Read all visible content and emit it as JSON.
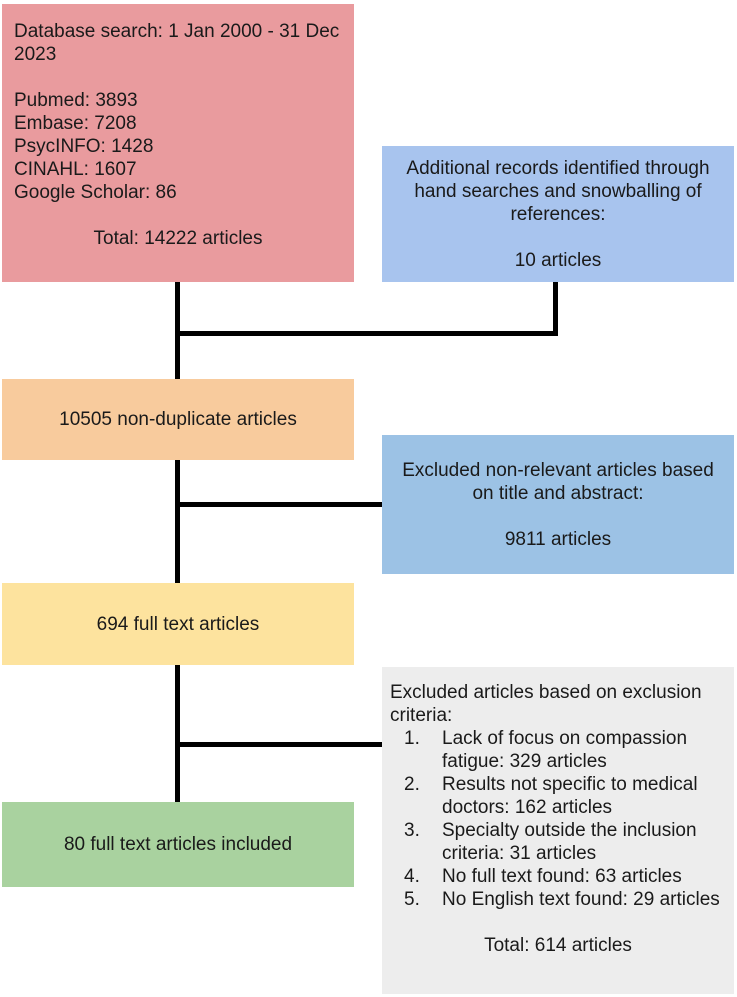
{
  "colors": {
    "pink": "#E99B9E",
    "blue_light": "#A8C4EE",
    "blue": "#9CC2E5",
    "orange": "#F8CB9D",
    "yellow": "#FDE39E",
    "green": "#A9D29F",
    "gray": "#EDEDED",
    "line": "#000000",
    "text": "#1A1A1A"
  },
  "boxes": {
    "database_search": {
      "header": "Database search: 1 Jan 2000 - 31 Dec 2023",
      "sources": [
        "Pubmed: 3893",
        "Embase: 7208",
        "PsycINFO: 1428",
        "CINAHL: 1607",
        "Google Scholar: 86"
      ],
      "total": "Total: 14222 articles"
    },
    "additional_records": {
      "text": "Additional records identified through hand searches and snowballing of references:",
      "count": "10 articles"
    },
    "non_duplicate": {
      "text": "10505 non-duplicate articles"
    },
    "excluded_title_abstract": {
      "text": "Excluded non-relevant articles based on title and abstract:",
      "count": "9811 articles"
    },
    "full_text": {
      "text": "694 full text articles"
    },
    "excluded_criteria": {
      "intro": "Excluded articles based on exclusion criteria:",
      "items": [
        {
          "num": "1.",
          "text": "Lack of focus on compassion fatigue: 329 articles"
        },
        {
          "num": "2.",
          "text": "Results not specific to medical doctors: 162 articles"
        },
        {
          "num": "3.",
          "text": "Specialty outside the inclusion criteria: 31 articles"
        },
        {
          "num": "4.",
          "text": "No full text found: 63 articles"
        },
        {
          "num": "5.",
          "text": "No English text found: 29 articles"
        }
      ],
      "total": "Total: 614 articles"
    },
    "included": {
      "text": "80 full text articles included"
    }
  }
}
